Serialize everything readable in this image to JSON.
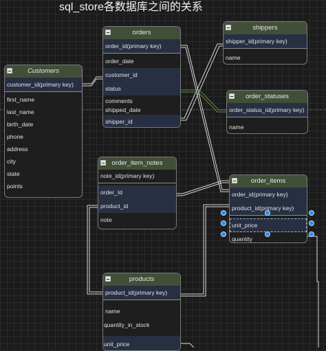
{
  "title": "sql_store各数据库之间的关系",
  "entities": {
    "customers": {
      "name": "Customers",
      "pk": "customer_id(primary key)",
      "fields": [
        "first_name",
        "last_name",
        "birth_date",
        "phone",
        "address",
        "city",
        "state",
        "points"
      ]
    },
    "orders": {
      "name": "orders",
      "pk": "order_id(primary key)",
      "fields": [
        "order_date",
        "customer_id",
        "status",
        "comments",
        "shipped_date",
        "shipper_id"
      ]
    },
    "shippers": {
      "name": "shippers",
      "pk": "shipper_id(primary key)",
      "fields": [
        "name"
      ]
    },
    "order_statuses": {
      "name": "order_statuses",
      "pk": "order_status_id(primary key)",
      "fields": [
        "name"
      ]
    },
    "order_item_notes": {
      "name": "order_item_notes",
      "pk": "note_id(primary key)",
      "fields": [
        "order_Id",
        "product_id",
        "note"
      ]
    },
    "order_items": {
      "name": "order_items",
      "pk1": "order_id(primary key)",
      "pk2": "product_id(primary key)",
      "fields": [
        "unit_price",
        "quantity"
      ]
    },
    "products": {
      "name": "products",
      "pk": "product_id(primary key)",
      "fields": [
        "name",
        "quantity_in_stock",
        "unit_price"
      ]
    }
  },
  "relationships": [
    {
      "from": "orders.customer_id",
      "to": "customers.customer_id"
    },
    {
      "from": "orders.shipper_id",
      "to": "shippers.shipper_id"
    },
    {
      "from": "orders.status",
      "to": "order_statuses.order_status_id"
    },
    {
      "from": "order_items.order_id",
      "to": "orders.order_id"
    },
    {
      "from": "order_items.product_id",
      "to": "products.product_id"
    },
    {
      "from": "order_item_notes.order_Id",
      "to": "order_items.order_id"
    },
    {
      "from": "order_item_notes.product_id",
      "to": "products.product_id"
    }
  ],
  "colors": {
    "header": "#414f39",
    "key_row": "#273042",
    "connector": "#d9d9d9",
    "highlight_connector": "#5f8f43",
    "selection_handle": "#2f8ae8"
  }
}
